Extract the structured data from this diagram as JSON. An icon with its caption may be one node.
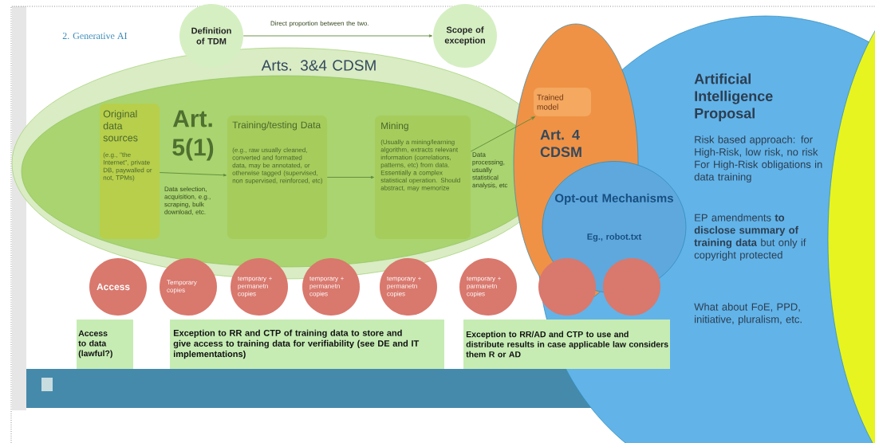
{
  "diagram": {
    "title": "2. Generative AI",
    "nodes": [
      {
        "text": [
          "Definition of TDM"
        ]
      },
      {
        "text": [
          "Scope of exception"
        ]
      },
      {
        "text": [
          "Art. 5(1)"
        ],
        "in": 3
      },
      {
        "text": [
          "Arts. 3&4 CDSM"
        ]
      },
      {
        "text": [
          "Original data sources",
          "(e.g., \"the Internet\", private DB, paywalled or not, TPMs)"
        ],
        "in": 2
      },
      {
        "text": [
          "Training/testing Data",
          "(e.g., raw usually cleaned, converted and formatted data, may be annotated, or otherwise tagged (supervised, non supervised, reinforced, etc)"
        ],
        "in": 2
      },
      {
        "text": [
          "Mining",
          "(Usually a mining/learning algorithm, extracts relevant information (correlations, patterns, etc) from data. Essentially a complex statistical operation. Should abstract, may memorize"
        ],
        "in": 2
      },
      {
        "text": [
          "Trained model"
        ],
        "in": 8
      },
      {
        "text": [
          "Art. 4 CDSM"
        ]
      },
      {
        "text": [
          "Opt-out Mechanisms",
          "Eg., robot.txt"
        ],
        "in": 10
      },
      {
        "text": [
          "Artificial Intelligence Proposal",
          "Risk based approach: for High-Risk, low risk, no risk For High-Risk obligations in data training",
          "EP amendments **to disclose summary of training data** but only if copyright protected",
          "What about FoE, PPD, initiative, pluralism, etc."
        ]
      },
      {
        "text": [],
        "shape": "circle"
      },
      {
        "text": [
          "Access"
        ]
      },
      {
        "text": [
          "Temporary copies"
        ]
      },
      {
        "text": [
          "temporary + permanetn copies"
        ]
      },
      {
        "text": [
          "temporary + permanetn copies"
        ]
      },
      {
        "text": [
          "temporary + permanetn copies"
        ]
      },
      {
        "text": [
          "temporary + parmanetn copies"
        ]
      },
      {
        "text": [],
        "shape": "circle",
        "in": 10
      },
      {
        "text": [],
        "shape": "circle",
        "in": 10
      },
      {
        "text": [
          "Access to data (lawful?)"
        ]
      },
      {
        "text": [
          "Exception to RR and CTP of training data to store and give access to training data for verifiability (see DE and IT implementations)"
        ]
      },
      {
        "text": [
          "Exception to RR/AD and CTP to use and distribute results in case applicable law considers them R or AD"
        ]
      }
    ],
    "edges": [
      {
        "from": 0,
        "to": 1,
        "arrow": "to",
        "label": "Direct proportion between the two."
      },
      {
        "from": 4,
        "to": 5,
        "arrow": "to",
        "label": "Data selection, acquisition, e.g., scraping, bulk download, etc."
      },
      {
        "from": 5,
        "to": 6,
        "arrow": "to"
      },
      {
        "from": 6,
        "to": 7,
        "arrow": "to",
        "label": "Data processing, usually statistical analysis, etc"
      }
    ]
  }
}
